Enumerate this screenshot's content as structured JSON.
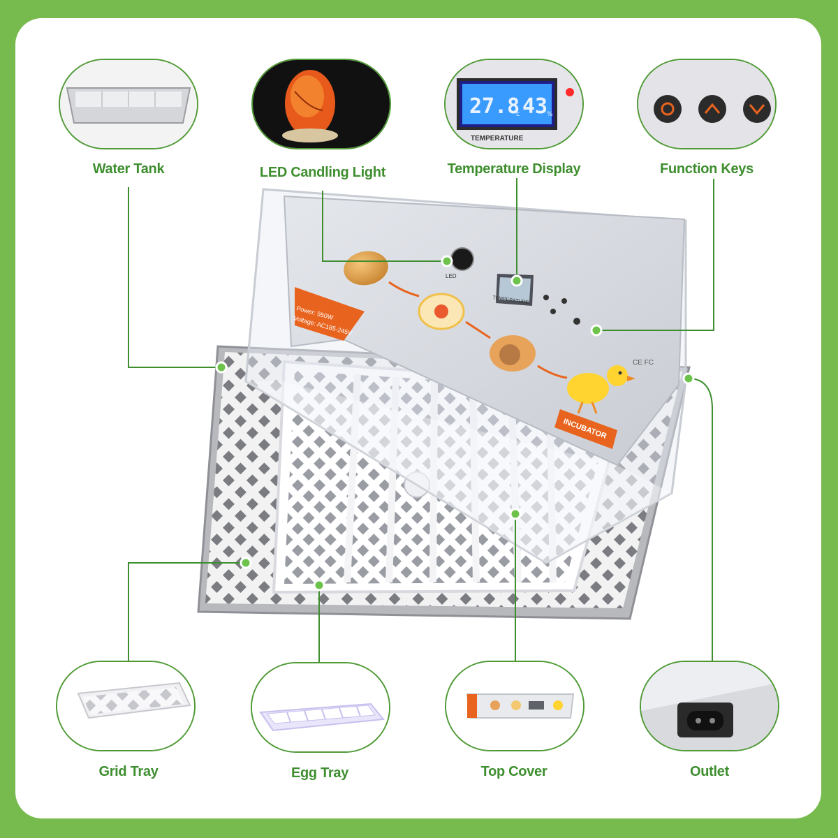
{
  "labels": {
    "water_tank": "Water Tank",
    "led_candling_light": "LED Candling Light",
    "temperature_display": "Temperature Display",
    "function_keys": "Function Keys",
    "grid_tray": "Grid Tray",
    "egg_tray": "Egg Tray",
    "top_cover": "Top Cover",
    "outlet": "Outlet"
  },
  "display": {
    "temperature": "27.8",
    "temp_unit": "°c",
    "humidity": "43",
    "humidity_unit": "%",
    "panel_text": "TEMPERATURE"
  },
  "panel": {
    "led_text": "LED",
    "temperature_text": "TEMPERATURE",
    "power_text": "Power: 550W",
    "voltage_text": "Voltage: AC185-245V",
    "incubator_text": "INCUBATOR",
    "cert_text": "CE FC"
  },
  "colors": {
    "accent_green": "#3e8e2f",
    "border_green": "#77bb4f",
    "panel_orange": "#e8641e"
  },
  "icons": [
    "gear-icon",
    "chevron-up-icon",
    "chevron-down-icon",
    "power-socket-icon"
  ]
}
